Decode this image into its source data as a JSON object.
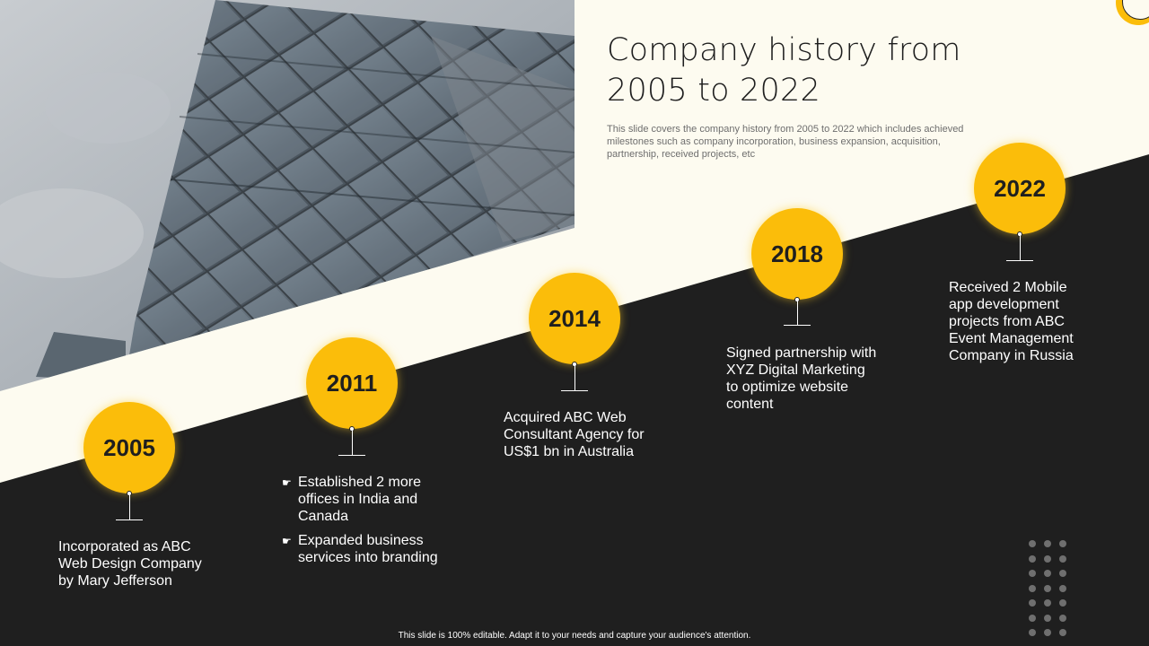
{
  "title": "Company history from 2005 to 2022",
  "subtitle": "This slide covers the company history from 2005 to 2022 which includes achieved milestones such as company incorporation, business expansion, acquisition, partnership, received projects, etc",
  "milestones": [
    {
      "year": "2005",
      "text": "Incorporated as ABC Web Design Company by Mary Jefferson"
    },
    {
      "year": "2011",
      "bullets": [
        "Established 2 more offices in India and Canada",
        "Expanded business services into branding"
      ],
      "bullet_icon": "pointing-hand-icon"
    },
    {
      "year": "2014",
      "text": "Acquired ABC Web Consultant Agency for US$1 bn in Australia"
    },
    {
      "year": "2018",
      "text": "Signed partnership with XYZ Digital Marketing to optimize website content"
    },
    {
      "year": "2022",
      "text": "Received 2 Mobile app development projects from ABC Event Management Company in Russia"
    }
  ],
  "footer": "This slide is 100% editable. Adapt it to your needs and capture your audience's attention.",
  "colors": {
    "accent": "#fbbd0a",
    "dark": "#1f1f1f",
    "light": "#fdfbf0"
  },
  "image": {
    "subject": "glass office building photo"
  }
}
